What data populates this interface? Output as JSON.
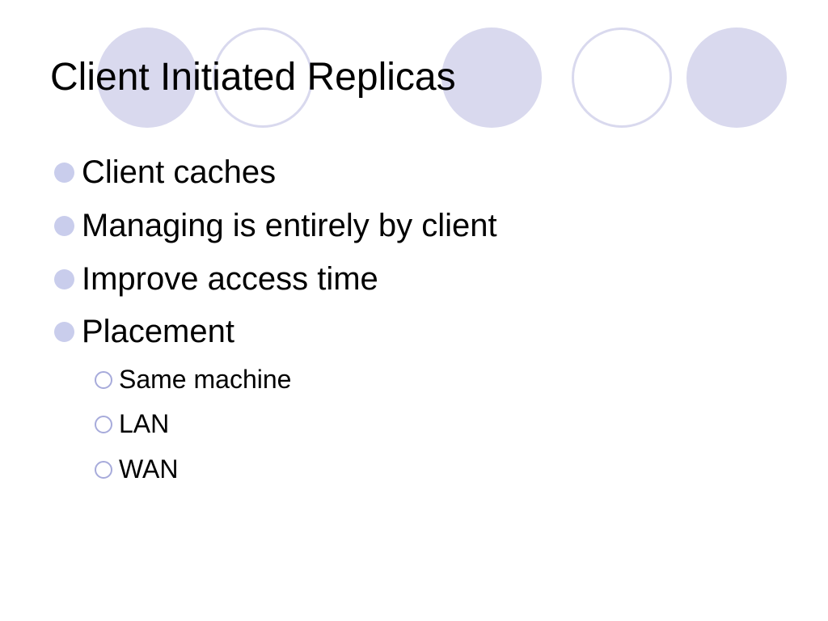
{
  "slide": {
    "title": "Client Initiated Replicas",
    "bullets": [
      {
        "text": "Client caches"
      },
      {
        "text": "Managing is entirely by client"
      },
      {
        "text": "Improve access time"
      },
      {
        "text": "Placement",
        "children": [
          {
            "text": "Same machine"
          },
          {
            "text": "LAN"
          },
          {
            "text": "WAN"
          }
        ]
      }
    ]
  },
  "theme": {
    "circle_color": "#d9d9ee",
    "bullet_color": "#c9cdec",
    "sub_bullet_color": "#a7abdb",
    "text_color": "#000000"
  }
}
